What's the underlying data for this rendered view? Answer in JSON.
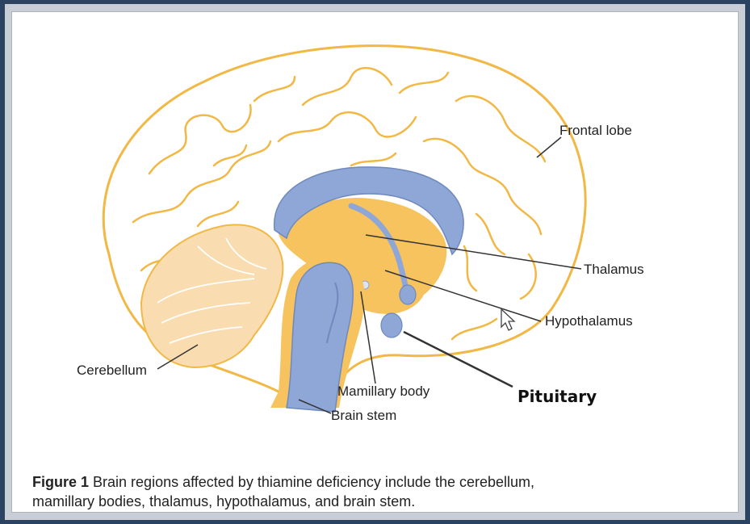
{
  "labels": {
    "frontal_lobe": "Frontal lobe",
    "thalamus": "Thalamus",
    "hypothalamus": "Hypothalamus",
    "cerebellum": "Cerebellum",
    "mamillary_body": "Mamillary body",
    "pituitary": "Pituitary",
    "brain_stem": "Brain stem"
  },
  "caption": {
    "figure": "Figure 1",
    "line1": "Brain regions affected by thiamine deficiency include the cerebellum,",
    "line2": "mamillary bodies, thalamus, hypothalamus, and brain stem."
  },
  "colors": {
    "cortex_outline": "#f2b845",
    "region_fill": "#f7c35e",
    "ventricle_blue": "#8fa7d6",
    "cerebellum_fill": "#f9ddb0"
  }
}
